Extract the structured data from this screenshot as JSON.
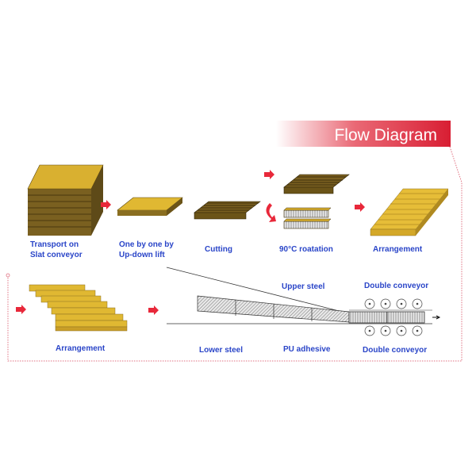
{
  "title": "Flow Diagram",
  "steps_row1": [
    {
      "line1": "Transport on",
      "line2": "Slat conveyor"
    },
    {
      "line1": "One by one by",
      "line2": "Up-down lift"
    },
    {
      "line1": "Cutting"
    },
    {
      "line1": "90°C roatation"
    },
    {
      "line1": "Arrangement"
    }
  ],
  "steps_row2": {
    "arrangement": "Arrangement",
    "upper_steel": "Upper steel",
    "double_conveyor_top": "Double conveyor",
    "lower_steel": "Lower steel",
    "pu_adhesive": "PU adhesive",
    "double_conveyor_bottom": "Double conveyor"
  },
  "colors": {
    "accent": "#e0283a",
    "label": "#2a45c8",
    "wood": "#d9b030",
    "wood_dark": "#6b5418"
  }
}
